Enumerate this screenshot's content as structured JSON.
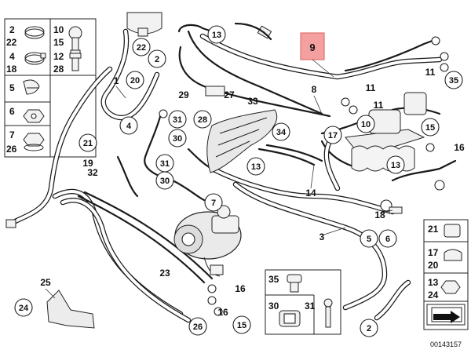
{
  "diagram": {
    "highlight_label": "9",
    "highlight_color": "#f4a0a0",
    "catalog_number": "00143157",
    "callouts": [
      {
        "id": "c13a",
        "text": "13"
      },
      {
        "id": "c22",
        "text": "22"
      },
      {
        "id": "c2a",
        "text": "2"
      },
      {
        "id": "c1",
        "text": "1"
      },
      {
        "id": "c20a",
        "text": "20"
      },
      {
        "id": "c29",
        "text": "29"
      },
      {
        "id": "c27",
        "text": "27"
      },
      {
        "id": "c33",
        "text": "33"
      },
      {
        "id": "c8",
        "text": "8"
      },
      {
        "id": "c11a",
        "text": "11"
      },
      {
        "id": "c11b",
        "text": "11"
      },
      {
        "id": "c11c",
        "text": "11"
      },
      {
        "id": "c35a",
        "text": "35"
      },
      {
        "id": "c10a",
        "text": "10"
      },
      {
        "id": "c15a",
        "text": "15"
      },
      {
        "id": "c16a",
        "text": "16"
      },
      {
        "id": "c17a",
        "text": "17"
      },
      {
        "id": "c13b",
        "text": "13"
      },
      {
        "id": "c13c",
        "text": "13"
      },
      {
        "id": "c14",
        "text": "14"
      },
      {
        "id": "c34",
        "text": "34"
      },
      {
        "id": "c31a",
        "text": "31"
      },
      {
        "id": "c28a",
        "text": "28"
      },
      {
        "id": "c4",
        "text": "4"
      },
      {
        "id": "c30a",
        "text": "30"
      },
      {
        "id": "c31b",
        "text": "31"
      },
      {
        "id": "c30b",
        "text": "30"
      },
      {
        "id": "c21a",
        "text": "21"
      },
      {
        "id": "c19",
        "text": "19"
      },
      {
        "id": "c32",
        "text": "32"
      },
      {
        "id": "c7",
        "text": "7"
      },
      {
        "id": "c18",
        "text": "18"
      },
      {
        "id": "c3",
        "text": "3"
      },
      {
        "id": "c5",
        "text": "5"
      },
      {
        "id": "c6",
        "text": "6"
      },
      {
        "id": "c23",
        "text": "23"
      },
      {
        "id": "c16b",
        "text": "16"
      },
      {
        "id": "c16c",
        "text": "16"
      },
      {
        "id": "c26a",
        "text": "26"
      },
      {
        "id": "c15b",
        "text": "15"
      },
      {
        "id": "c25",
        "text": "25"
      },
      {
        "id": "c24a",
        "text": "24"
      },
      {
        "id": "c2b",
        "text": "2"
      }
    ],
    "legend_left": [
      {
        "n": "2"
      },
      {
        "n": "10"
      },
      {
        "n": "22"
      },
      {
        "n": "15"
      },
      {
        "n": "4"
      },
      {
        "n": "12"
      },
      {
        "n": "18"
      },
      {
        "n": "28"
      },
      {
        "n": "5"
      },
      {
        "n": "6"
      },
      {
        "n": "7"
      },
      {
        "n": "26"
      }
    ],
    "legend_right": [
      {
        "n": "21"
      },
      {
        "n": "17"
      },
      {
        "n": "20"
      },
      {
        "n": "13"
      },
      {
        "n": "24"
      }
    ],
    "legend_bottom": [
      {
        "n": "35"
      },
      {
        "n": "30"
      },
      {
        "n": "31"
      }
    ]
  }
}
